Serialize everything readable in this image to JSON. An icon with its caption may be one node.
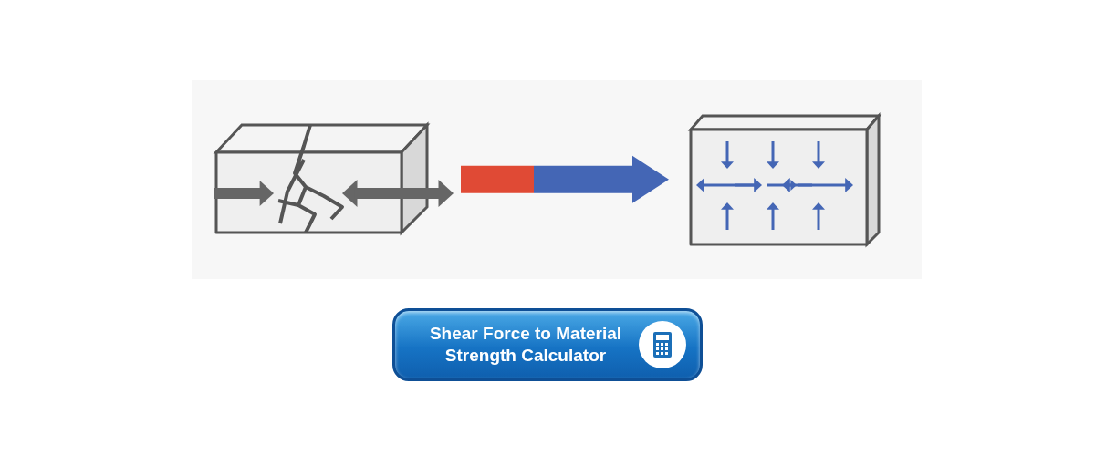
{
  "diagram": {
    "nodes": [
      {
        "text": [],
        "shape": "picture"
      },
      {
        "text": [],
        "shape": "picture"
      },
      {
        "text": [
          "Shear Force to Material Strength Calculator"
        ]
      }
    ],
    "edges": [
      {
        "from": 0,
        "to": 1,
        "arrow": "to"
      }
    ]
  }
}
